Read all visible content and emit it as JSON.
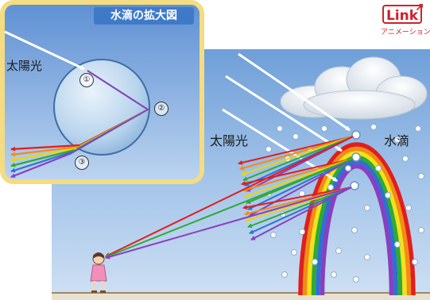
{
  "inset": {
    "title": "水滴の拡大図",
    "sunlight_label": "太陽光",
    "point_1": "①",
    "point_2": "②",
    "point_3": "③"
  },
  "scene": {
    "sunlight_label": "太陽光",
    "droplets_label": "水滴"
  },
  "badge": {
    "main": "Link",
    "sub": "アニメーション"
  },
  "colors": {
    "sky": "#8fb5e0",
    "inset_border": "#f3dc82",
    "red": "#e01e1e",
    "orange": "#f28c16",
    "yellow": "#f2e21b",
    "green": "#2daa38",
    "blue": "#2f6fd6",
    "violet": "#8a3fbf"
  }
}
